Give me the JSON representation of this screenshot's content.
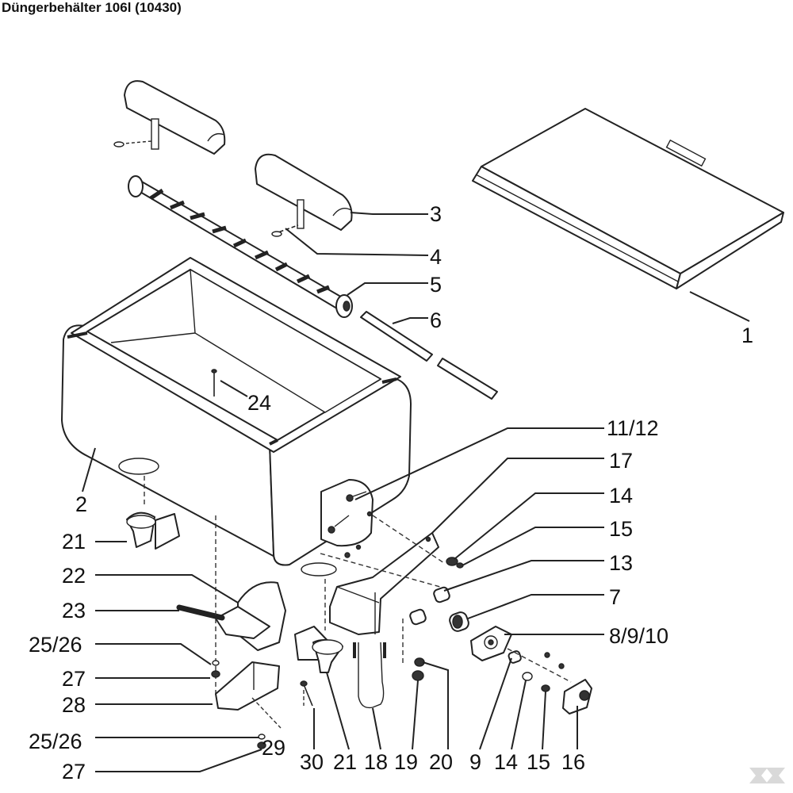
{
  "title": "Düngerbehälter 106l (10430)",
  "callouts": {
    "c1": "1",
    "c2": "2",
    "c3": "3",
    "c4": "4",
    "c5": "5",
    "c6": "6",
    "c24": "24",
    "c11_12": "11/12",
    "c17": "17",
    "c14a": "14",
    "c15a": "15",
    "c13": "13",
    "c7": "7",
    "c8_9_10": "8/9/10",
    "c21a": "21",
    "c22": "22",
    "c23": "23",
    "c25_26a": "25/26",
    "c27a": "27",
    "c28": "28",
    "c25_26b": "25/26",
    "c29": "29",
    "c27b": "27",
    "c30": "30",
    "c21b": "21",
    "c18": "18",
    "c19": "19",
    "c20": "20",
    "c9": "9",
    "c14b": "14",
    "c15b": "15",
    "c16": "16"
  }
}
